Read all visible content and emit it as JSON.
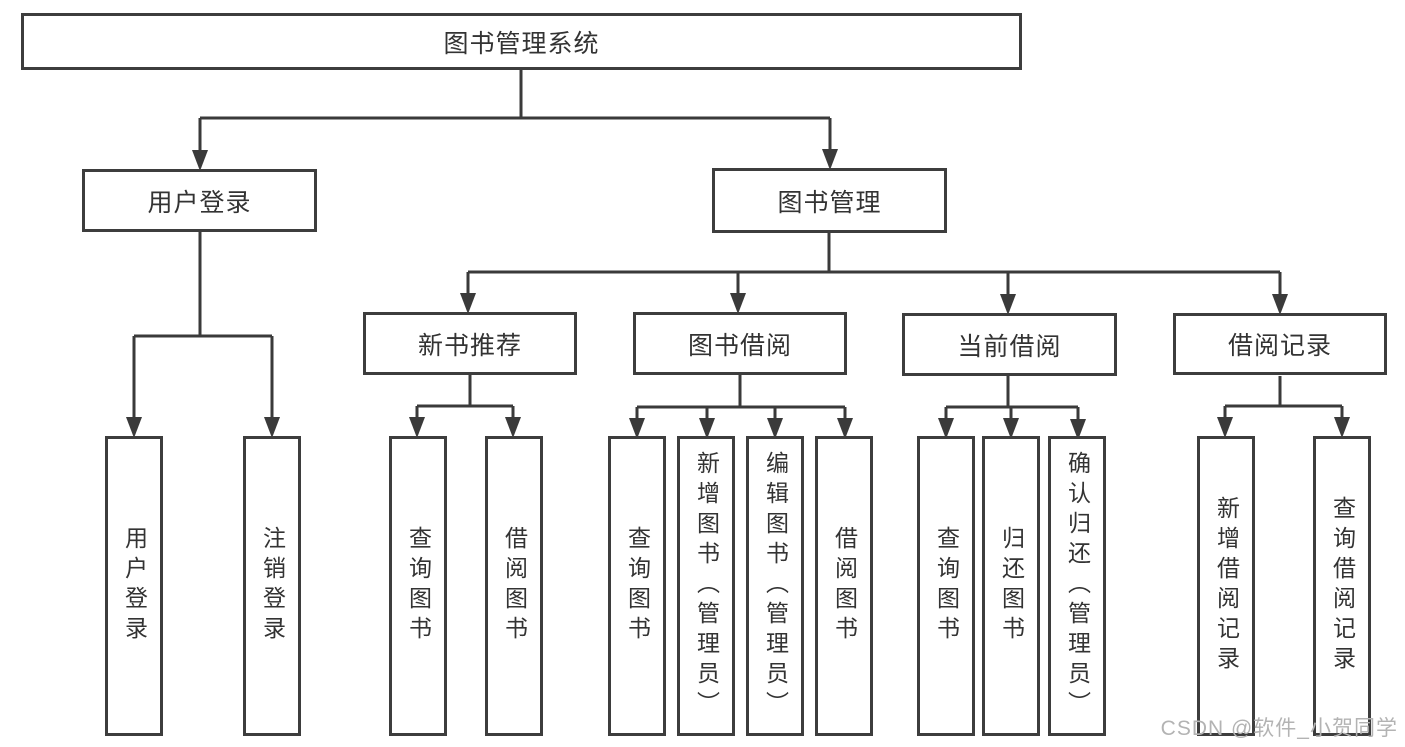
{
  "diagram_type": "hierarchy-tree",
  "colors": {
    "line": "#3a3a3a",
    "border": "#3d3d3d",
    "text": "#333333",
    "watermark": "#b3b3b3",
    "background": "#ffffff"
  },
  "tree": {
    "root": "图书管理系统",
    "children": [
      {
        "label": "用户登录",
        "children": [
          {
            "label": "用户登录"
          },
          {
            "label": "注销登录"
          }
        ]
      },
      {
        "label": "图书管理",
        "children": [
          {
            "label": "新书推荐",
            "children": [
              {
                "label": "查询图书"
              },
              {
                "label": "借阅图书"
              }
            ]
          },
          {
            "label": "图书借阅",
            "children": [
              {
                "label": "查询图书"
              },
              {
                "label": "新增图书（管理员）"
              },
              {
                "label": "编辑图书（管理员）"
              },
              {
                "label": "借阅图书"
              }
            ]
          },
          {
            "label": "当前借阅",
            "children": [
              {
                "label": "查询图书"
              },
              {
                "label": "归还图书"
              },
              {
                "label": "确认归还（管理员）"
              }
            ]
          },
          {
            "label": "借阅记录",
            "children": [
              {
                "label": "新增借阅记录"
              },
              {
                "label": "查询借阅记录"
              }
            ]
          }
        ]
      }
    ]
  },
  "watermark": "CSDN @软件_小贺同学"
}
